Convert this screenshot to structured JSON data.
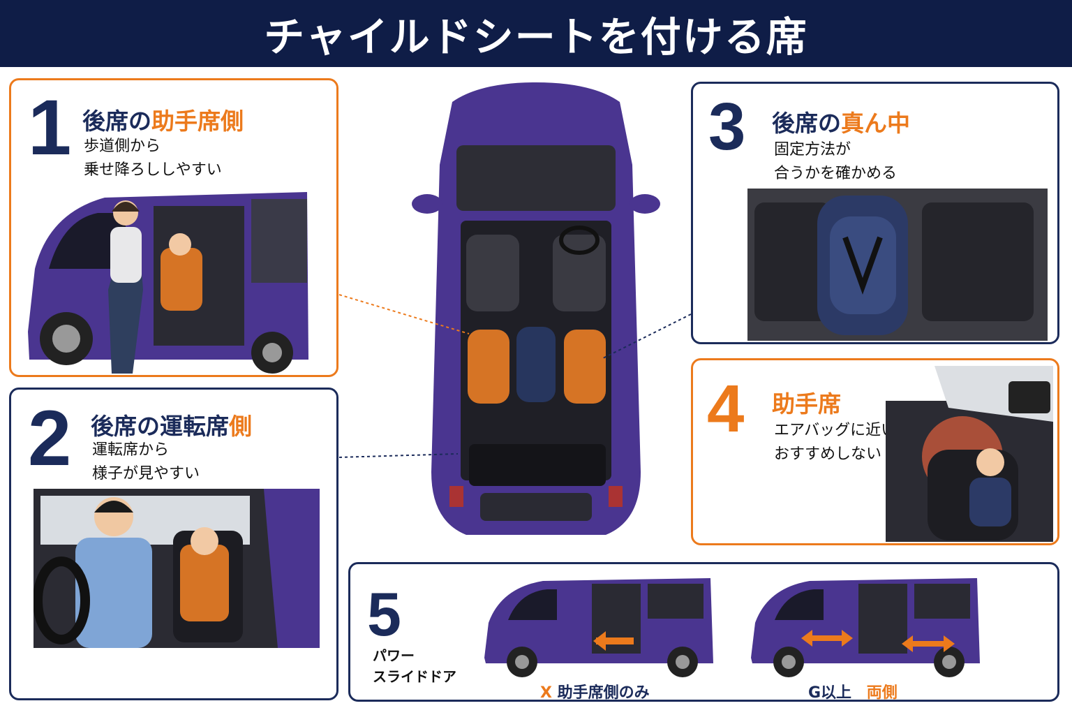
{
  "header": {
    "title": "チャイルドシートを付ける席"
  },
  "colors": {
    "navy": "#1b2b5a",
    "orange": "#ec7a1c",
    "car_purple": "#4a3590"
  },
  "panels": [
    {
      "number": "1",
      "title_main": "後席の",
      "title_highlight": "助手席側",
      "desc_line1": "歩道側から",
      "desc_line2": "乗せ降ろししやすい"
    },
    {
      "number": "2",
      "title_main": "後席の運転席",
      "title_highlight": "側",
      "desc_line1": "運転席から",
      "desc_line2": "様子が見やすい"
    },
    {
      "number": "3",
      "title_main": "後席の",
      "title_highlight": "真ん中",
      "desc_line1": "固定方法が",
      "desc_line2": "合うかを確かめる"
    },
    {
      "number": "4",
      "title_main": "",
      "title_highlight": "助手席",
      "desc_line1": "エアバッグに近いので",
      "desc_line2": "おすすめしない"
    },
    {
      "number": "5",
      "desc_line1": "パワー",
      "desc_line2": "スライドドア"
    }
  ],
  "door_labels": {
    "x_prefix": "X",
    "x_text": "助手席側のみ",
    "g_prefix": "G以上",
    "g_text": "両側"
  },
  "icons": [
    "van-top-view-illustration",
    "mother-loading-child-illustration",
    "father-driving-illustration",
    "rear-seat-center-illustration",
    "front-passenger-airbag-illustration",
    "van-side-door-illustration",
    "double-arrow-icon"
  ]
}
